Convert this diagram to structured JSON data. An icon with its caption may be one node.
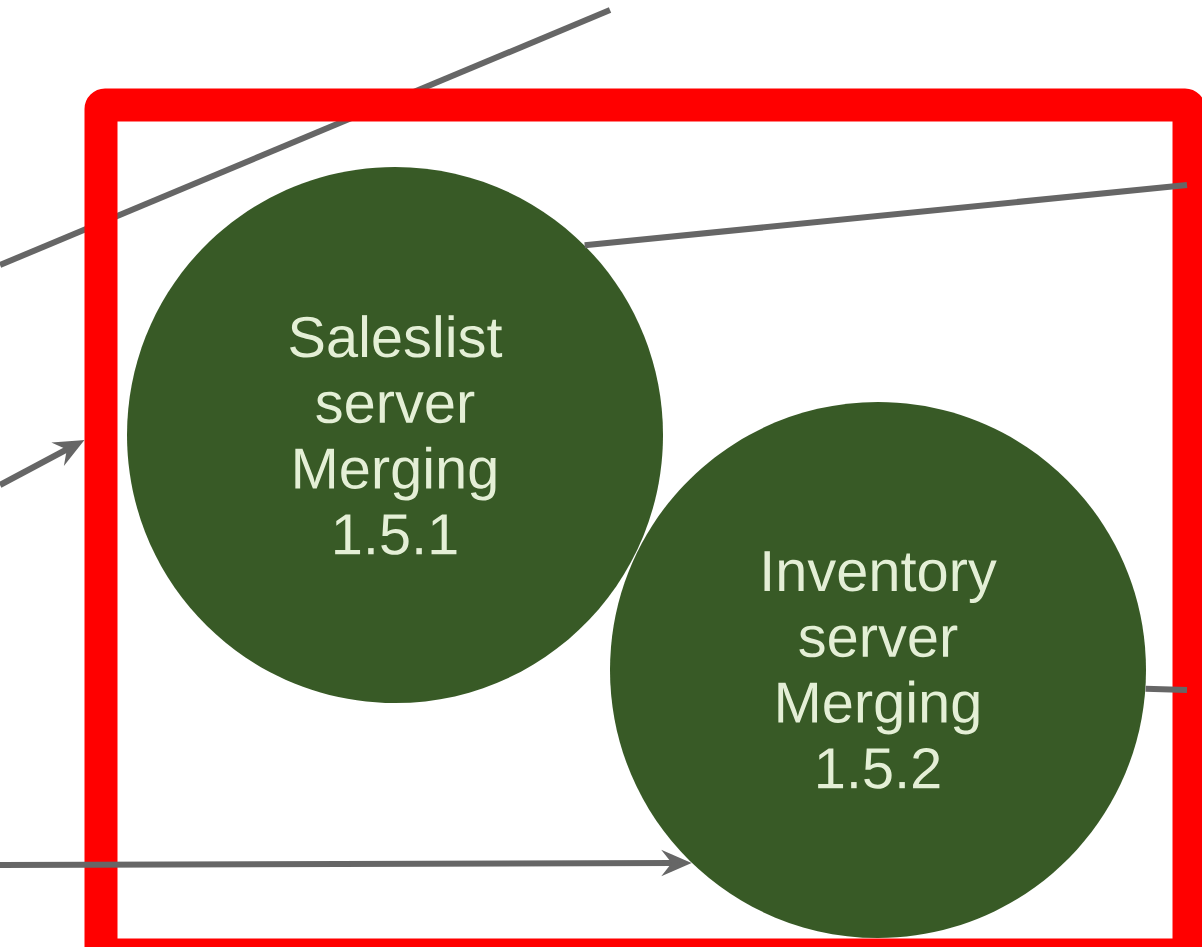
{
  "diagram": {
    "nodes": [
      {
        "text": [],
        "shape": "box"
      },
      {
        "text": [
          "Saleslist server Merging 1.5.1"
        ],
        "in": 0
      },
      {
        "text": [
          "Inventory server Merging 1.5.2"
        ],
        "in": 0
      }
    ],
    "edges": [
      {
        "from": 1,
        "to": null,
        "arrow": "none"
      },
      {
        "from": null,
        "to": 0,
        "arrow": "to"
      },
      {
        "from": null,
        "to": 2,
        "arrow": "to"
      },
      {
        "from": 2,
        "to": null,
        "arrow": "none"
      }
    ]
  }
}
